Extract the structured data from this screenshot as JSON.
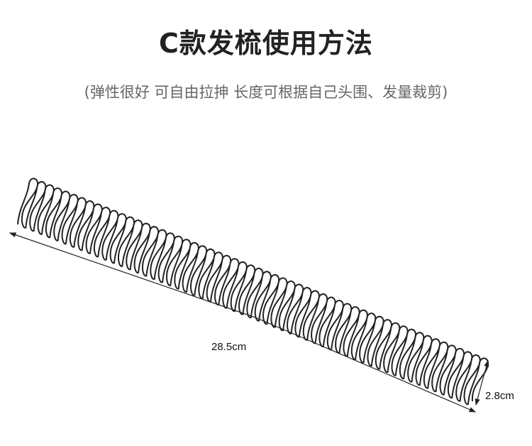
{
  "title": "C款发梳使用方法",
  "subtitle": "(弹性很好 可自由拉抻 长度可根据自己头围、发量裁剪)",
  "dimensions": {
    "length": "28.5cm",
    "width": "2.8cm"
  },
  "comb": {
    "teeth_count": 57,
    "color": "#222222"
  }
}
